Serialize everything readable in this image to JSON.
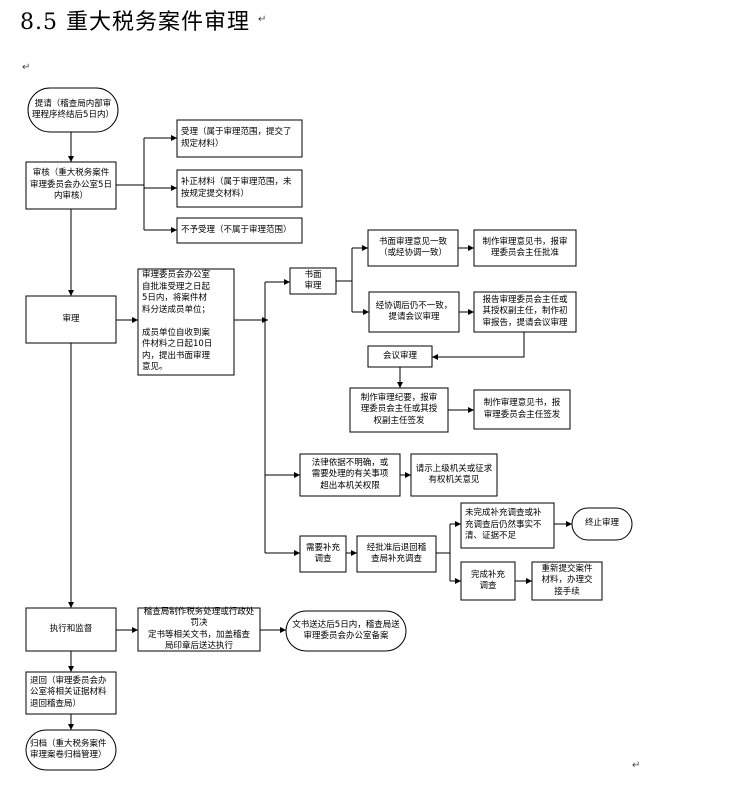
{
  "title": "8.5 重大税务案件审理",
  "marks": {
    "m1": "↵",
    "m2": "↵",
    "m3": "↵"
  },
  "nodes": {
    "start": "提请（稽查局内部审\n理程序终结后5日内）",
    "review": "审核（重大税务案件\n审理委员会办公室5日\n内审核）",
    "accept": "受理（属于审理范围，提交了\n规定材料）",
    "supplement": "补正材料（属于审理范围，未\n按规定提交材料）",
    "reject": "不予受理（不属于审理范围）",
    "trial": "审理",
    "office": "审理委员会办公室\n自批准受理之日起\n5日内，将案件材\n料分送成员单位；\n\n成员单位自收到案\n件材料之日起10日\n内，提出书面审理\n意见。",
    "written": "书面\n审理",
    "written_agree": "书面审理意见一致\n（或经协调一致）",
    "opinion_doc": "制作审理意见书，报审\n理委员会主任批准",
    "disagree": "经协调后仍不一致，\n提请会议审理",
    "report": "报告审理委员会主任或\n其授权副主任，制作初\n审报告，提请会议审理",
    "meeting": "会议审理",
    "minutes": "制作审理纪要，报审\n理委员会主任或其授\n权副主任签发",
    "opinion_doc2": "制作审理意见书，报\n审理委员会主任签发",
    "unclear": "法律依据不明确，或\n需要处理的有关事项\n超出本机关权限",
    "request_superior": "请示上级机关或征求\n有权机关意见",
    "need_investigation": "需要补充\n调查",
    "approved_return": "经批准后退回稽\n查局补充调查",
    "not_done": "未完成补充调查或补\n充调查后仍然事实不\n清、证据不足",
    "terminate": "终止审理",
    "done": "完成补充\n调查",
    "resubmit": "重新提交案件\n材料，办理交\n接手续",
    "execute": "执行和监督",
    "produce_doc": "稽查局制作税务处理或行政处罚决\n定书等相关文书，加盖稽查\n局印章后送达执行",
    "deliver": "文书送达后5日内，稽查局送\n审理委员会办公室备案",
    "return": "退回（审理委员会办\n公室将相关证据材料\n退回稽查局）",
    "archive": "归档（重大税务案件\n审理案卷归档管理）"
  }
}
